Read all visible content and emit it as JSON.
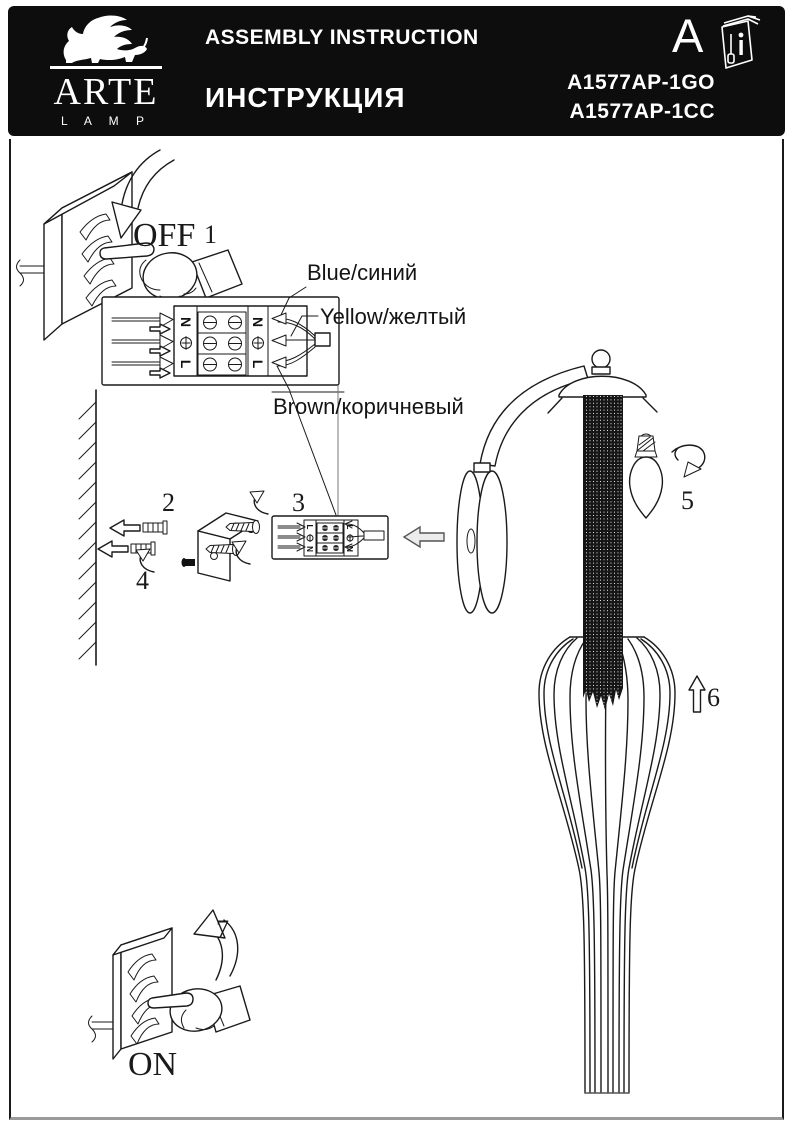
{
  "header": {
    "bar_color": "#0d0d0d",
    "text_color": "#ffffff",
    "brand": {
      "name": "ARTE",
      "sub": "L A M P"
    },
    "title_en": "ASSEMBLY INSTRUCTION",
    "title_ru": "ИНСТРУКЦИЯ",
    "models": [
      "A1577AP-1GO",
      "A1577AP-1CC"
    ],
    "corner_letter": "A"
  },
  "diagram": {
    "off_label": "OFF",
    "on_label": "ON",
    "steps": {
      "s1": "1",
      "s2": "2",
      "s3": "3",
      "s4": "4",
      "s5": "5",
      "s6": "6",
      "s7": "7"
    },
    "wire_labels": {
      "blue": "Blue/синий",
      "yellow": "Yellow/желтый",
      "brown": "Brown/коричневый"
    },
    "terminal_block_main": {
      "top_letter": "N",
      "bottom_letter": "L"
    },
    "terminal_block_step3": {
      "top_letter": "L",
      "bottom_letter": "N"
    }
  }
}
